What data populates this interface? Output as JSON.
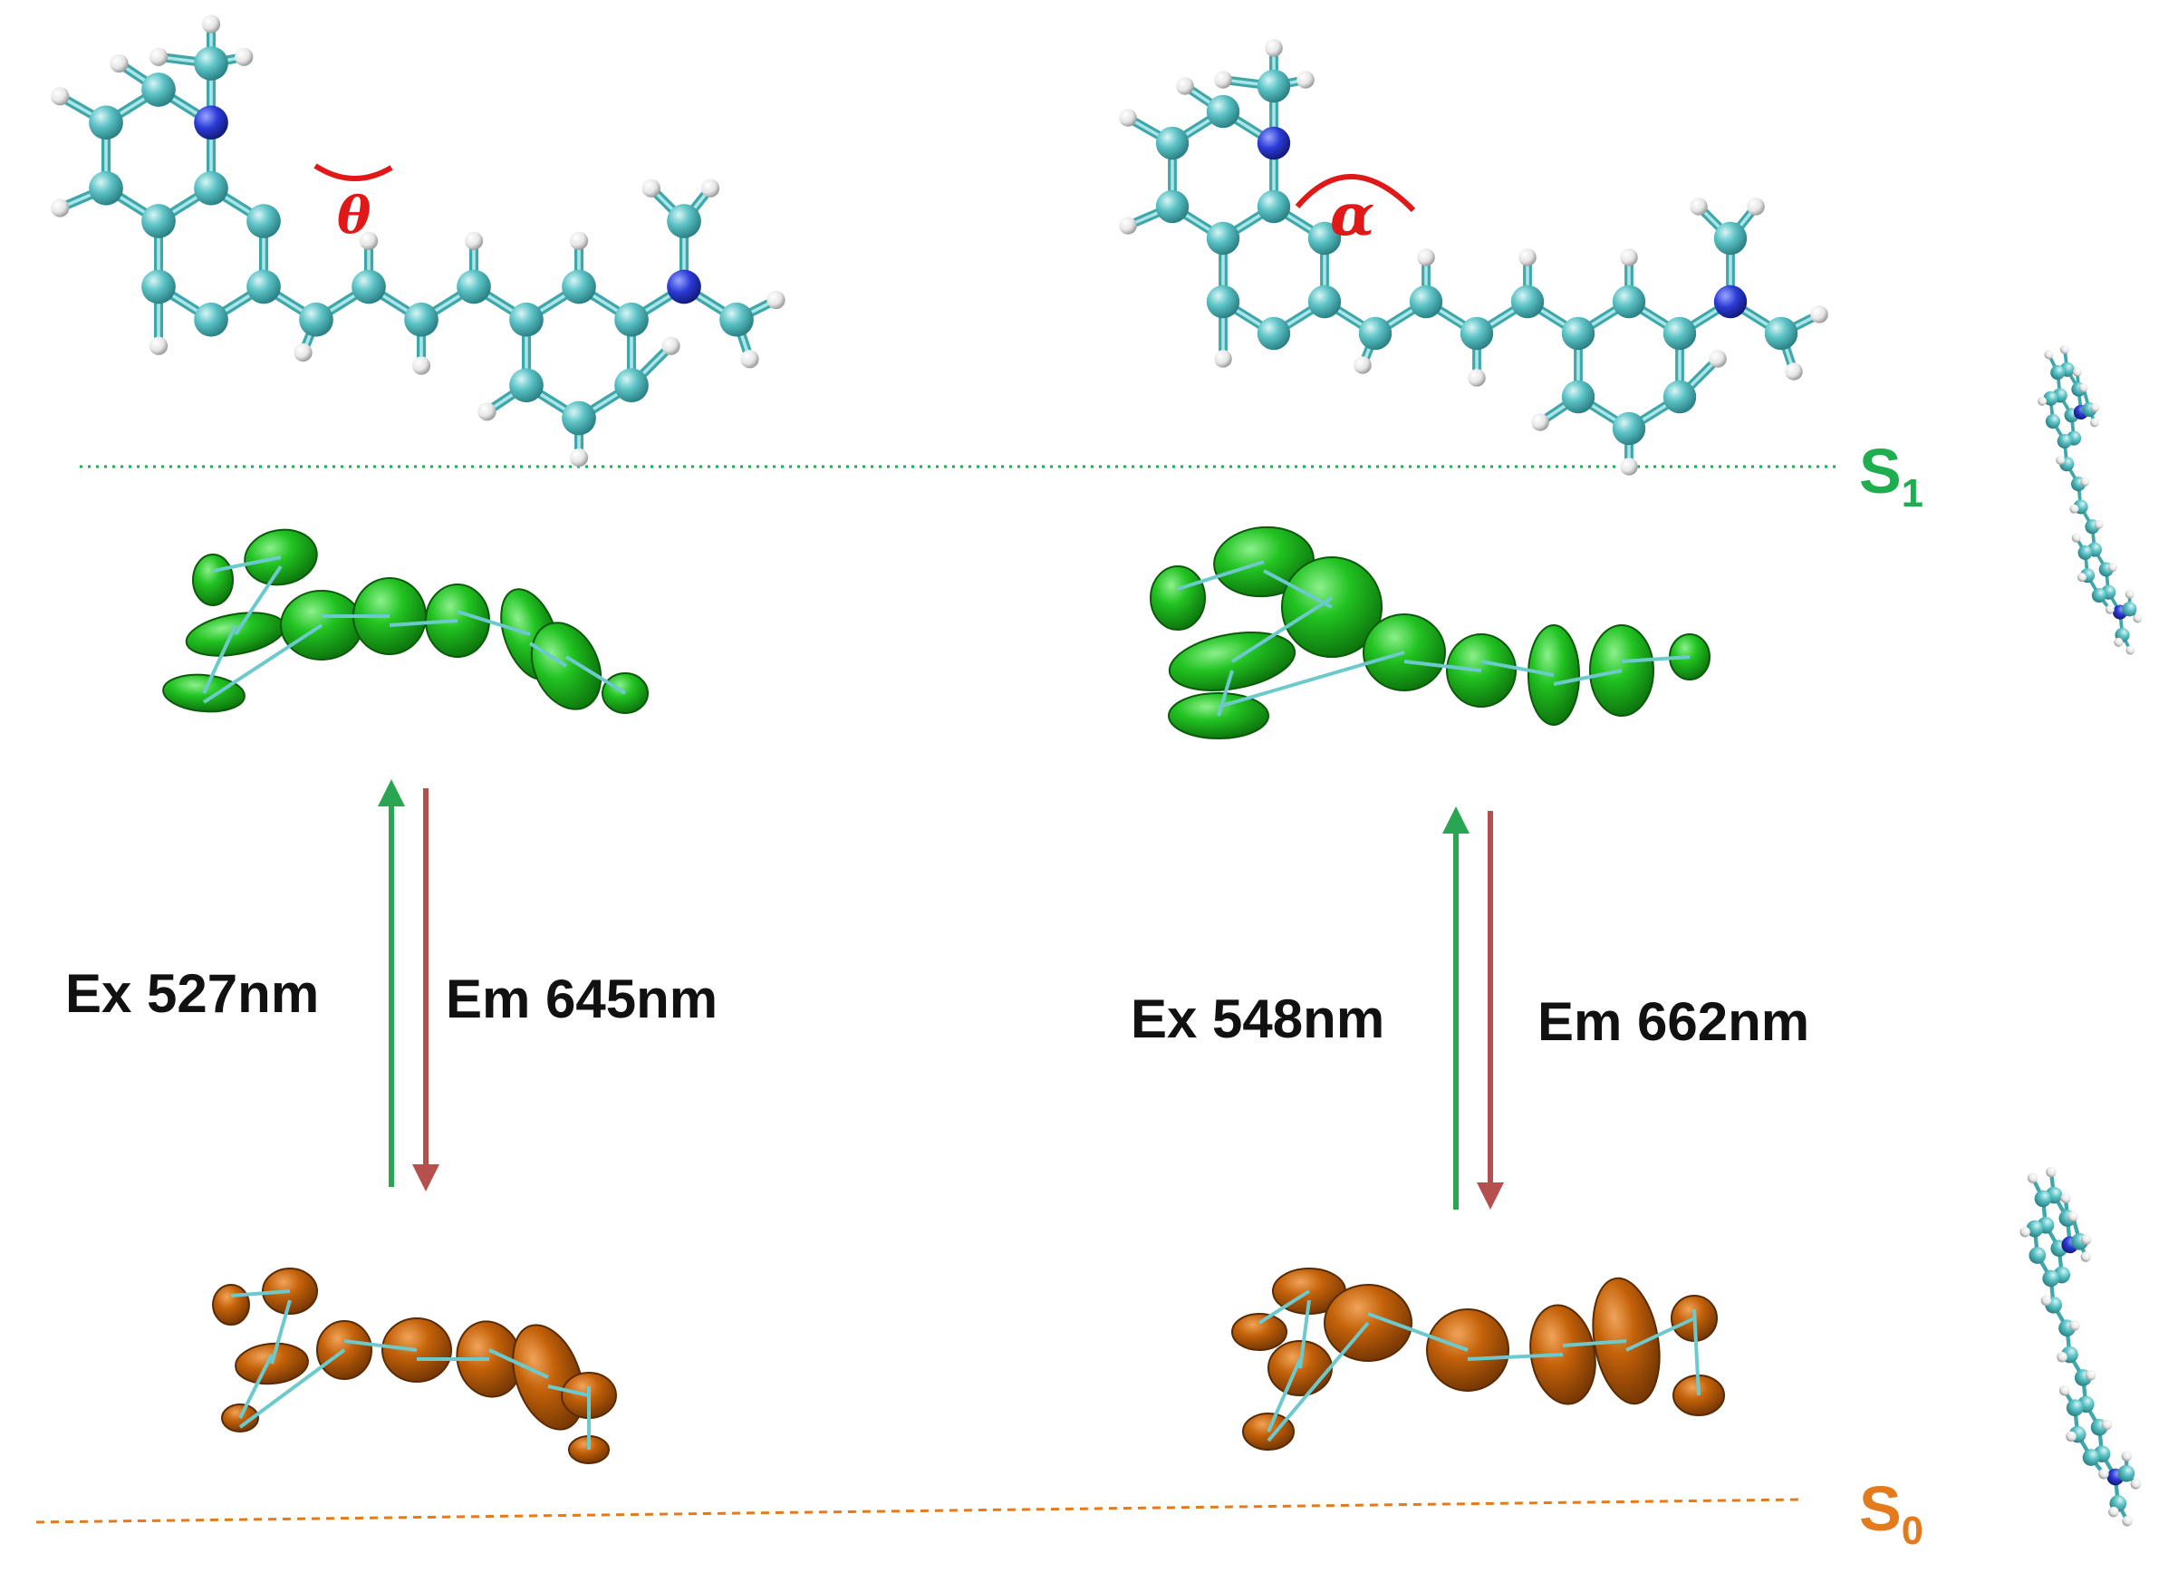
{
  "colors": {
    "background": "#ffffff",
    "carbon": "#5cc3c6",
    "carbon_dark": "#2f8f93",
    "nitrogen": "#2b3bd6",
    "hydrogen": "#eeeeee",
    "s1_green": "#1fae4f",
    "s0_orange": "#e37a1c",
    "orbital_green": "#1fbf1f",
    "orbital_green_dark": "#0a7a0a",
    "orbital_orange": "#c4620a",
    "orbital_orange_dark": "#7a3a04",
    "ex_arrow": "#2aa552",
    "em_arrow": "#b5504f",
    "angle_red": "#e01818",
    "text": "#111111"
  },
  "states": {
    "s1": {
      "letter": "S",
      "subscript": "1"
    },
    "s0": {
      "letter": "S",
      "subscript": "0"
    }
  },
  "angles": {
    "theta": "θ",
    "alpha": "α"
  },
  "transitions": {
    "left": {
      "ex": "Ex 527nm",
      "em": "Em 645nm"
    },
    "right": {
      "ex": "Ex 548nm",
      "em": "Em 662nm"
    }
  },
  "figure": {
    "molecules": [
      "theta-conformer",
      "alpha-conformer"
    ],
    "orbital_sets": [
      "left-s1-orbital",
      "right-s1-orbital",
      "left-s0-orbital",
      "right-s0-orbital"
    ],
    "side_views": [
      "side-view-top",
      "side-view-bottom"
    ]
  }
}
